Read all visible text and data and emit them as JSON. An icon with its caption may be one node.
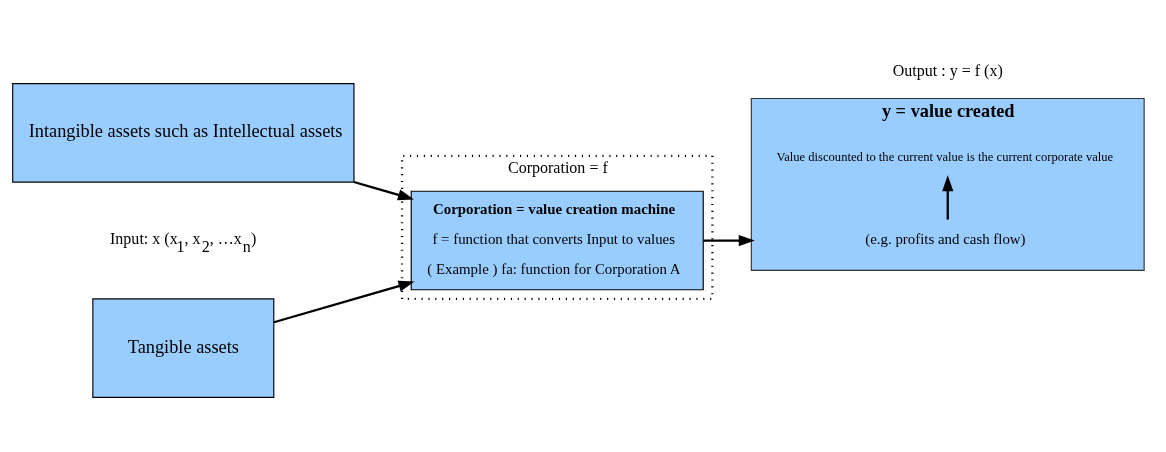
{
  "diagram": {
    "nodes": [
      {
        "text": [
          "Tangible assets"
        ]
      },
      {
        "text": [
          "Intangible assets such as Intellectual assets"
        ]
      },
      {
        "text": [
          "Corporation = f"
        ]
      },
      {
        "text": [
          "Corporation = value creation machine",
          "f = function that converts Input to values",
          "( Example ) fa: function for Corporation A"
        ],
        "in": 2
      },
      {
        "text": [
          "y = value created"
        ]
      },
      {
        "text": [
          "(e.g. profits and cash flow)"
        ],
        "in": 4
      },
      {
        "text": [
          "Value discounted to the current value is the current corporate value"
        ],
        "in": 4
      }
    ],
    "edges": [
      {
        "from": 0,
        "to": 3,
        "arrow": "to"
      },
      {
        "from": 1,
        "to": 3,
        "arrow": "to"
      },
      {
        "from": 3,
        "to": 4,
        "arrow": "to"
      },
      {
        "from": 5,
        "to": 6,
        "arrow": "to"
      }
    ],
    "labels": [
      "Input: x (x$_{1}$, x$_{2}$, …x$_{n}$)",
      "Output : y = f (x)"
    ]
  }
}
